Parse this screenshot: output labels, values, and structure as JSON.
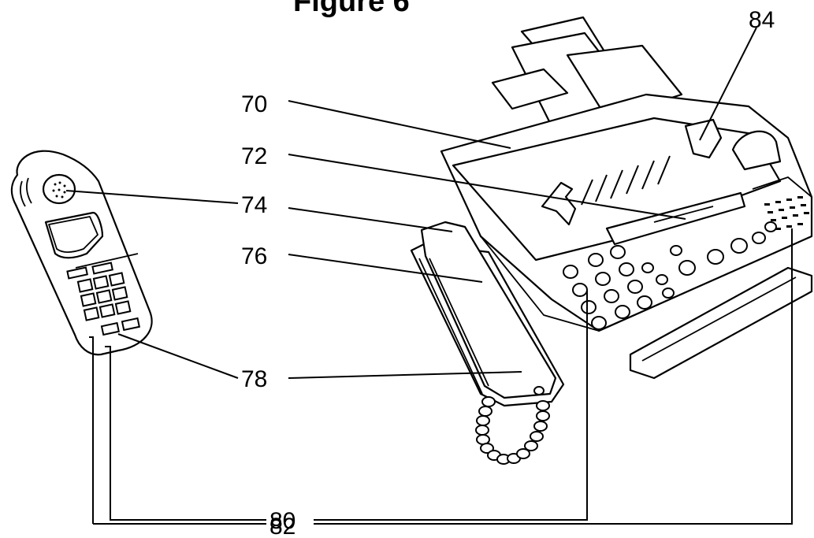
{
  "figure": {
    "title": "Figure 6",
    "labels": {
      "l70": "70",
      "l72": "72",
      "l74": "74",
      "l76": "76",
      "l78": "78",
      "l80": "80",
      "l82": "82",
      "l84": "84"
    }
  }
}
